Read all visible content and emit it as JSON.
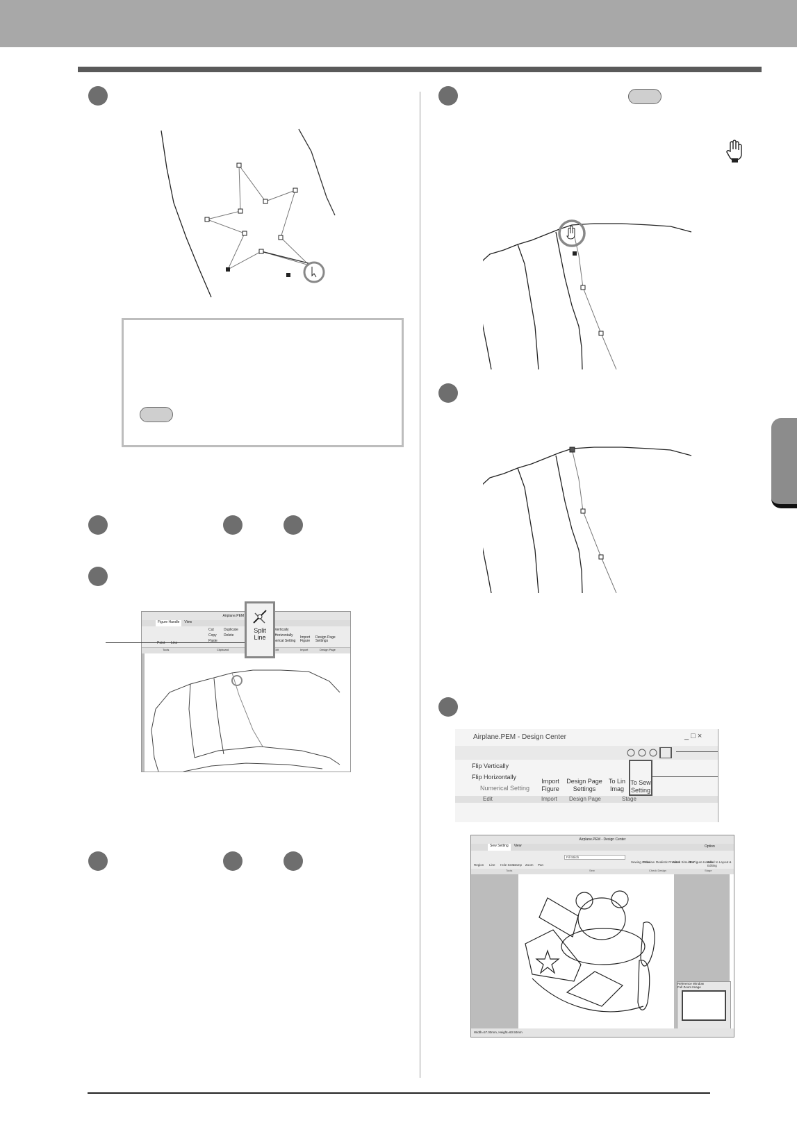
{
  "small_window": {
    "title": "Airplane.PEM - Design Center",
    "tabs": [
      "Figure Handle",
      "View"
    ],
    "menu_items": [
      "Cut",
      "Duplicate",
      "Copy",
      "Delete",
      "Paste",
      "Flip Vertically",
      "Flip Horizontally",
      "Numerical Setting"
    ],
    "tool_labels": [
      "Point",
      "Line"
    ],
    "group_labels": [
      "Tools",
      "Clipboard",
      "Edit",
      "Import",
      "Design Page"
    ],
    "callout_label_line1": "Split",
    "callout_label_line2": "Line",
    "import_label": "Import Figure",
    "design_label": "Design Page Settings"
  },
  "stage_window": {
    "title": "Airplane.PEM - Design Center",
    "flip_v": "Flip Vertically",
    "flip_h": "Flip Horizontally",
    "numerical": "Numerical Setting",
    "import_line1": "Import",
    "import_line2": "Figure",
    "design_line1": "Design Page",
    "design_line2": "Settings",
    "toline_line1": "To Lin",
    "toline_line2": "Imag",
    "tosew_line1": "To Sew",
    "tosew_line2": "Setting",
    "group_edit": "Edit",
    "group_import": "Import",
    "group_design": "Design Page",
    "group_stage": "Stage"
  },
  "sew_window": {
    "title": "Airplane.PEM - Design Center",
    "tabs": [
      "Sew Setting",
      "View"
    ],
    "tools": [
      "Region",
      "Line",
      "Hole Sew",
      "Stamp",
      "Zoom",
      "Pan"
    ],
    "stitch_type": "Fill Stitch",
    "check_tools": [
      "Sewing Order",
      "Preview",
      "Realistic Preview",
      "Stitch Simulator"
    ],
    "stage_tools": [
      "To Figure Handle",
      "Send to Layout & Editing"
    ],
    "group_labels": [
      "Tools",
      "Sew",
      "Check Design",
      "Stage"
    ],
    "option_label": "Option",
    "reference_title": "Reference Window",
    "ref_tabs": [
      "Full Zoom",
      "Image"
    ],
    "status": "Width=57.00mm, Height=60.50mm"
  },
  "icons": [
    "hand-cursor-icon",
    "arrow-cursor-icon",
    "split-line-icon",
    "flower-stage-icon"
  ],
  "colors": {
    "band": "#a8a8a8",
    "rule": "#5a5a5a",
    "step": "#6e6e6e",
    "pill": "#cfcfcf"
  }
}
